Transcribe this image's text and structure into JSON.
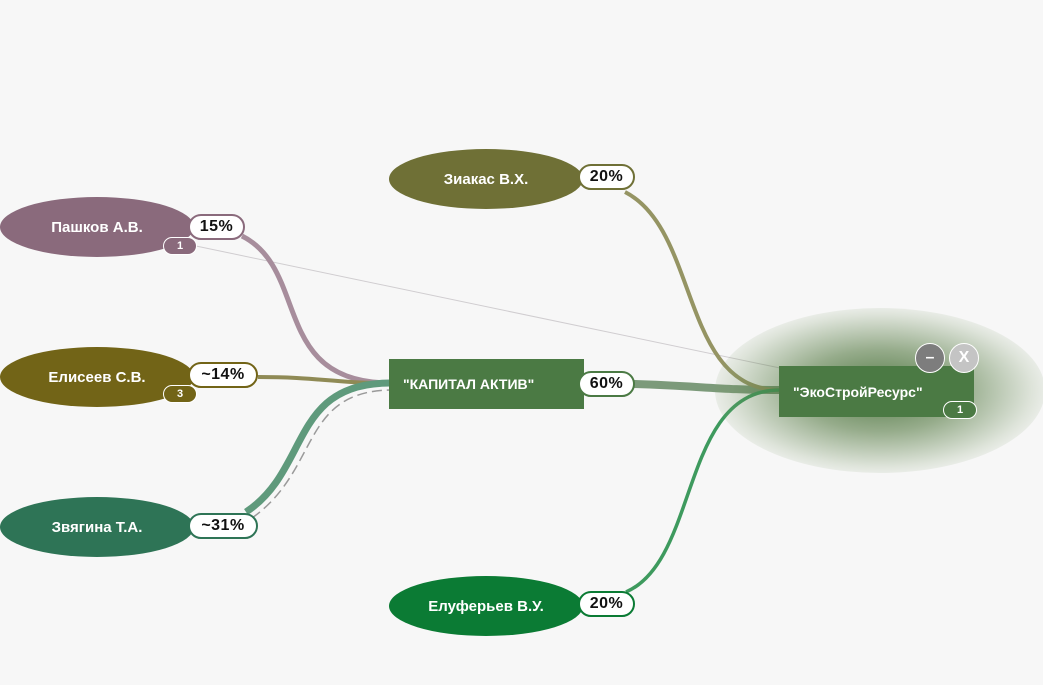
{
  "people": {
    "pashkov": {
      "name": "Пашков А.В.",
      "share": "15%",
      "badge": "1",
      "color": "#8a6a7c"
    },
    "eliseev": {
      "name": "Елисеев С.В.",
      "share": "~14%",
      "badge": "3",
      "color": "#726417"
    },
    "zvyagina": {
      "name": "Звягина Т.А.",
      "share": "~31%",
      "color": "#2e7456"
    },
    "ziakas": {
      "name": "Зиакас В.Х.",
      "share": "20%",
      "color": "#6f7036"
    },
    "eluferev": {
      "name": "Елуферьев В.У.",
      "share": "20%",
      "color": "#0b7b34"
    }
  },
  "companies": {
    "kapital": {
      "name": "\"КАПИТАЛ АКТИВ\"",
      "share": "60%",
      "color": "#4b7a44"
    },
    "ecostroy": {
      "name": "\"ЭкоСтройРесурс\"",
      "badge": "1",
      "color": "#4b7a44"
    }
  },
  "controls": {
    "minus_label": "–",
    "close_label": "X"
  }
}
